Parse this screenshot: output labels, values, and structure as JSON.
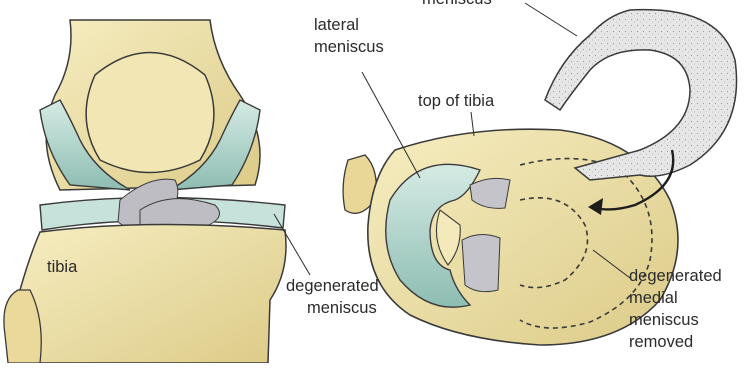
{
  "labels": {
    "meniscus_top": "meniscus",
    "lateral_meniscus_line1": "lateral",
    "lateral_meniscus_line2": "meniscus",
    "top_of_tibia": "top of tibia",
    "tibia": "tibia",
    "degenerated_meniscus_line1": "degenerated",
    "degenerated_meniscus_line2": "meniscus",
    "removed_line1": "degenerated",
    "removed_line2": "medial",
    "removed_line3": "meniscus",
    "removed_line4": "removed"
  },
  "colors": {
    "bone": "#efe3ac",
    "bone_shade": "#d2c07c",
    "cartilage": "#bcdcd3",
    "cartilage_dark": "#86b8ad",
    "ligament": "#b9b9bf",
    "outline": "#3a3a3a",
    "removed_meniscus": "#e4e4e4"
  }
}
